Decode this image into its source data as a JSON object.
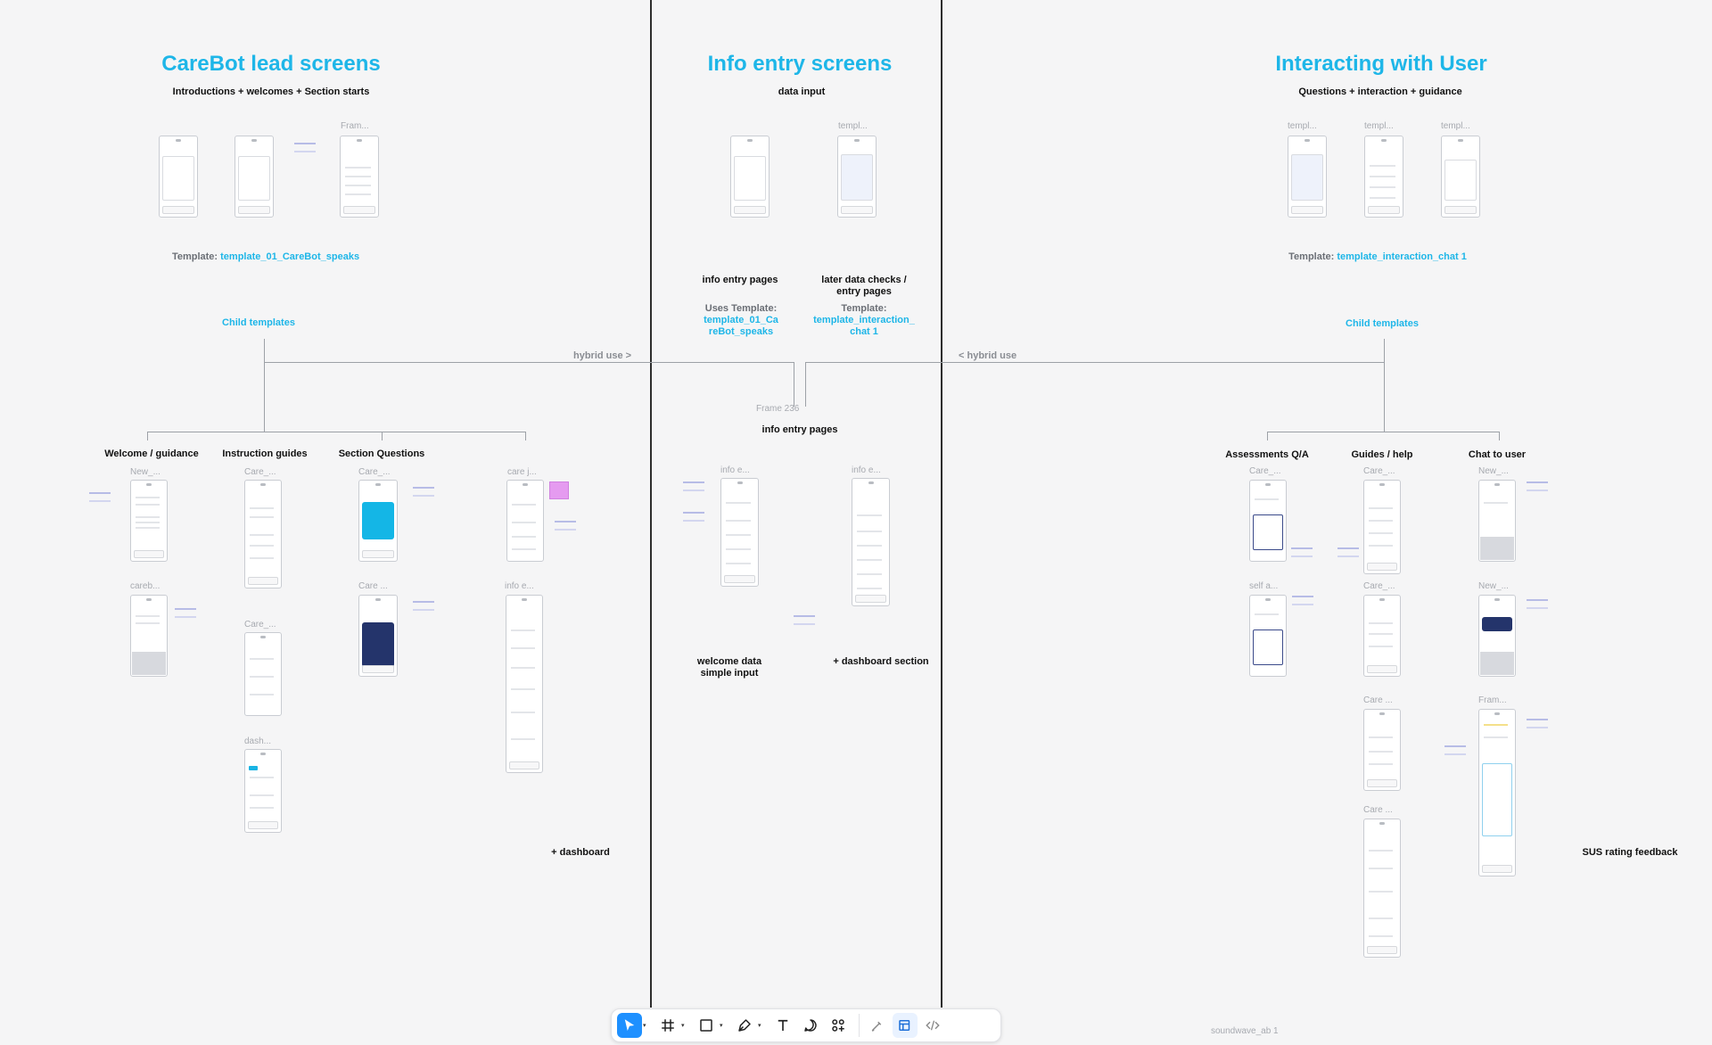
{
  "sections": {
    "carebot": {
      "title": "CareBot lead screens",
      "subtitle": "Introductions + welcomes + Section starts",
      "template_prefix": "Template: ",
      "template_name": "template_01_CareBot_speaks",
      "child_templates": "Child templates",
      "frame_label": "Fram...",
      "children": [
        "Welcome / guidance",
        "Instruction guides",
        "Section Questions"
      ],
      "dashboard": "+ dashboard"
    },
    "info": {
      "title": "Info entry screens",
      "subtitle": "data input",
      "frame_label": "templ...",
      "info_entry_pages": "info entry pages",
      "later_checks": [
        "later data checks /",
        "entry pages"
      ],
      "uses_template": [
        "Uses Template:"
      ],
      "uses_template_link": [
        "template_01_Ca",
        "reBot_speaks"
      ],
      "template_label": [
        "Template:"
      ],
      "template_link": [
        "template_interaction_",
        "chat 1"
      ],
      "frame_236": "Frame 236",
      "info_entry_pages_2": "info entry pages",
      "welcome_data": [
        "welcome data",
        "simple input"
      ],
      "dashboard_section": "+ dashboard section"
    },
    "interacting": {
      "title": "Interacting with User",
      "subtitle": "Questions  + interaction  +  guidance",
      "frame_label": "templ...",
      "template_prefix": "Template: ",
      "template_name": "template_interaction_chat 1",
      "child_templates": "Child templates",
      "children": [
        "Assessments Q/A",
        "Guides / help",
        "Chat to user"
      ],
      "sus": "SUS rating feedback"
    }
  },
  "connectors": {
    "hybrid_right": "hybrid use >",
    "hybrid_left": "< hybrid use"
  },
  "frame_labels": {
    "new": "New_...",
    "care": "Care_...",
    "care_j": "care j...",
    "careb": "careb...",
    "info_e": "info e...",
    "care_short": "Care ...",
    "dash": "dash...",
    "self_a": "self a...",
    "fram": "Fram..."
  },
  "toolbar": {
    "tools": [
      "move-tool",
      "frame-tool",
      "shape-tool",
      "pen-tool",
      "text-tool",
      "comment-tool",
      "components-tool",
      "draw-tool",
      "dev-mode-tool",
      "code-tool"
    ]
  },
  "page_name": "soundwave_ab 1",
  "colors": {
    "accent": "#1eb6e8",
    "toolbar_active": "#1e90ff",
    "divider": "#2d2d2d",
    "sticky": "#e59bf0",
    "navy_card": "#24346b"
  }
}
